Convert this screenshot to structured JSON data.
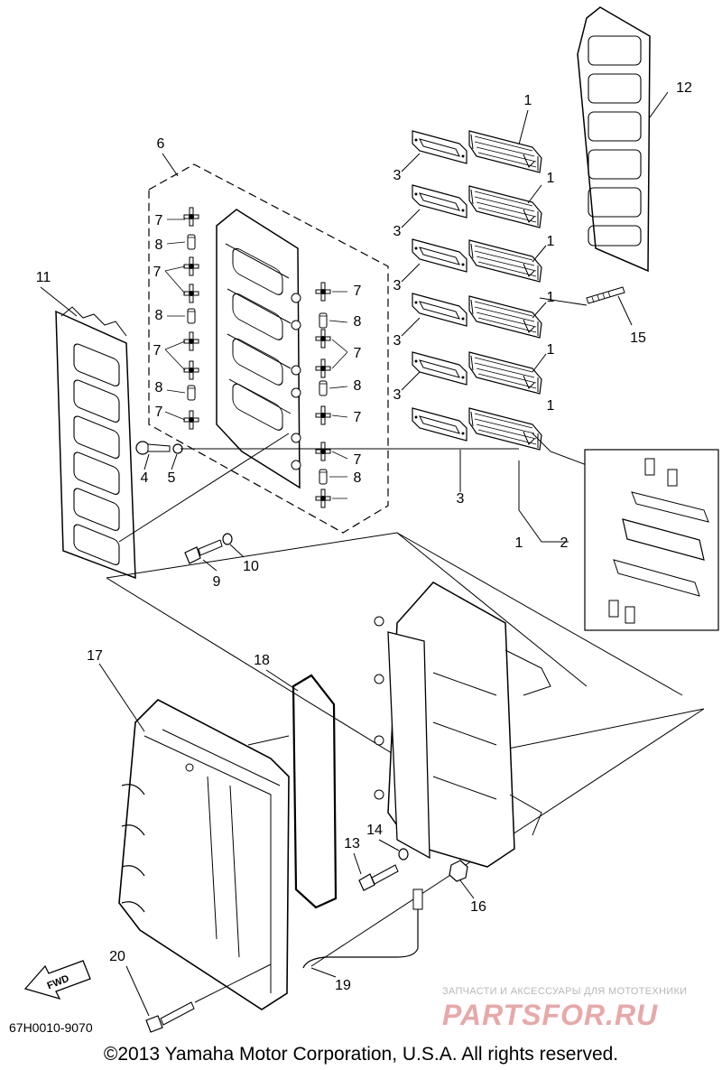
{
  "callouts": [
    {
      "id": "1a",
      "text": "1"
    },
    {
      "id": "1b",
      "text": "1"
    },
    {
      "id": "1c",
      "text": "1"
    },
    {
      "id": "1d",
      "text": "1"
    },
    {
      "id": "1e",
      "text": "1"
    },
    {
      "id": "1f",
      "text": "1"
    },
    {
      "id": "1g",
      "text": "1"
    },
    {
      "id": "2",
      "text": "2"
    },
    {
      "id": "3a",
      "text": "3"
    },
    {
      "id": "3b",
      "text": "3"
    },
    {
      "id": "3c",
      "text": "3"
    },
    {
      "id": "3d",
      "text": "3"
    },
    {
      "id": "3e",
      "text": "3"
    },
    {
      "id": "3f",
      "text": "3"
    },
    {
      "id": "4",
      "text": "4"
    },
    {
      "id": "5",
      "text": "5"
    },
    {
      "id": "6",
      "text": "6"
    },
    {
      "id": "7a",
      "text": "7"
    },
    {
      "id": "7b",
      "text": "7"
    },
    {
      "id": "7c",
      "text": "7"
    },
    {
      "id": "7d",
      "text": "7"
    },
    {
      "id": "7e",
      "text": "7"
    },
    {
      "id": "7f",
      "text": "7"
    },
    {
      "id": "7g",
      "text": "7"
    },
    {
      "id": "7h",
      "text": "7"
    },
    {
      "id": "8a",
      "text": "8"
    },
    {
      "id": "8b",
      "text": "8"
    },
    {
      "id": "8c",
      "text": "8"
    },
    {
      "id": "8d",
      "text": "8"
    },
    {
      "id": "8e",
      "text": "8"
    },
    {
      "id": "8f",
      "text": "8"
    },
    {
      "id": "9",
      "text": "9"
    },
    {
      "id": "10",
      "text": "10"
    },
    {
      "id": "11",
      "text": "11"
    },
    {
      "id": "12",
      "text": "12"
    },
    {
      "id": "13",
      "text": "13"
    },
    {
      "id": "14",
      "text": "14"
    },
    {
      "id": "15",
      "text": "15"
    },
    {
      "id": "16",
      "text": "16"
    },
    {
      "id": "17",
      "text": "17"
    },
    {
      "id": "18",
      "text": "18"
    },
    {
      "id": "19",
      "text": "19"
    },
    {
      "id": "20",
      "text": "20"
    }
  ],
  "fwd_label": "FWD",
  "part_code": "67H0010-9070",
  "copyright": "©2013 Yamaha Motor Corporation, U.S.A. All rights reserved.",
  "watermark": {
    "tagline": "ЗАПЧАСТИ И АКСЕССУАРЫ ДЛЯ МОТОТЕХНИКИ",
    "logo": "PARTSFOR.RU"
  },
  "colors": {
    "line": "#000000",
    "watermark_red": "#e8a8a8",
    "watermark_gray": "#b8b8b8"
  }
}
